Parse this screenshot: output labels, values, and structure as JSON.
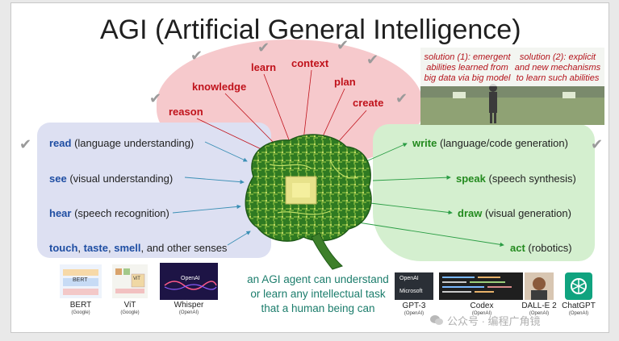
{
  "title": "AGI (Artificial General Intelligence)",
  "cognitive_abilities": [
    "reason",
    "knowledge",
    "learn",
    "context",
    "plan",
    "create"
  ],
  "inputs": [
    {
      "keyword": "read",
      "detail": " (language understanding)"
    },
    {
      "keyword": "see",
      "detail": " (visual understanding)"
    },
    {
      "keyword": "hear",
      "detail": " (speech recognition)"
    },
    {
      "keyword_parts": [
        "touch",
        ", ",
        "taste",
        ", ",
        "smell"
      ],
      "detail": ", and other senses"
    }
  ],
  "outputs": [
    {
      "keyword": "write",
      "detail": " (language/code generation)"
    },
    {
      "keyword": "speak",
      "detail": " (speech synthesis)"
    },
    {
      "keyword": "draw",
      "detail": " (visual generation)"
    },
    {
      "keyword": "act",
      "detail": " (robotics)"
    }
  ],
  "solutions": {
    "one": [
      "solution (1): emergent",
      "abilities learned from",
      "big data via big model"
    ],
    "two": [
      "solution (2): explicit",
      "and new mechanisms",
      "to learn such abilities"
    ]
  },
  "caption": [
    "an AGI agent can understand",
    "or learn any intellectual task",
    "that a human being can"
  ],
  "models_left": [
    {
      "name": "BERT",
      "org": "(Google)",
      "thumb_text": "BERT"
    },
    {
      "name": "ViT",
      "org": "(Google)",
      "thumb_text": "ViT"
    },
    {
      "name": "Whisper",
      "org": "(OpenAI)",
      "thumb_text": "OpenAI"
    }
  ],
  "models_right": [
    {
      "name": "GPT-3",
      "org": "(OpenAI)",
      "thumb_text": [
        "OpenAI",
        "Microsoft"
      ]
    },
    {
      "name": "Codex",
      "org": "(OpenAI)"
    },
    {
      "name": "DALL-E 2",
      "org": "(OpenAI)"
    },
    {
      "name": "ChatGPT",
      "org": "(OpenAI)"
    }
  ],
  "watermark": "公众号 · 编程广角镜",
  "check_glyph": "✔",
  "icons": [
    "check-icon",
    "brain-icon",
    "arrow-icon",
    "wechat-icon",
    "chatgpt-logo-icon"
  ],
  "colors": {
    "red_words": "#c0121b",
    "input_keywords": "#1f4ea3",
    "output_keywords": "#238a1e",
    "caption": "#1c7d6c",
    "pink_area": "#f6c9cc",
    "blue_area": "#dde0f2",
    "green_area": "#d4efcf"
  }
}
